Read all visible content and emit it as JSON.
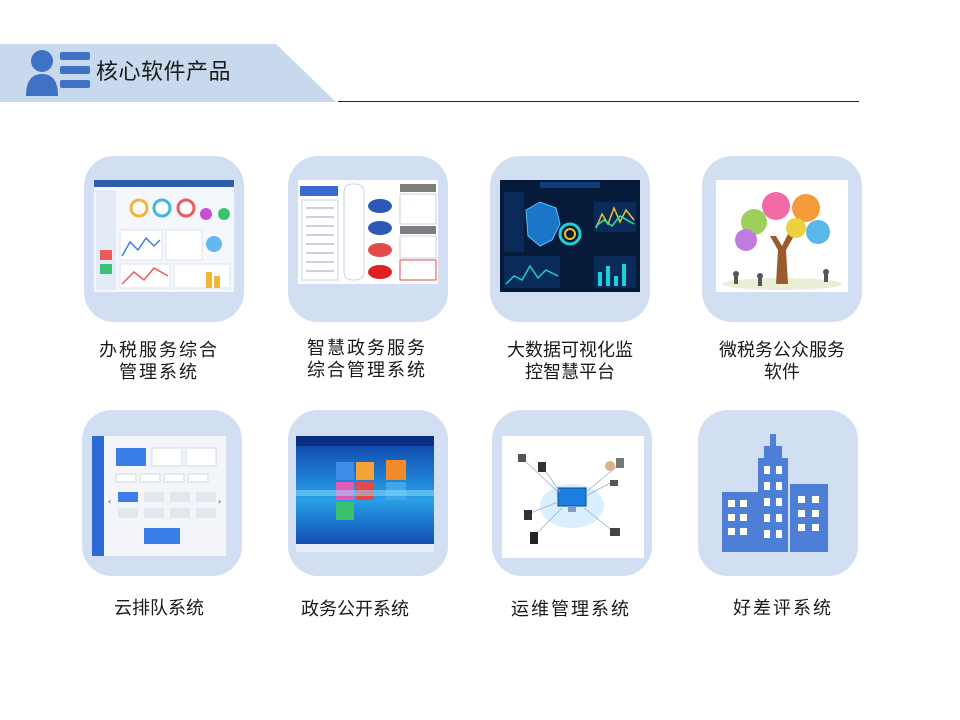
{
  "header": {
    "title": "核心软件产品",
    "icon": "user-list-icon",
    "accent_color": "#c8d9ee",
    "icon_color": "#3f72c4"
  },
  "products": [
    {
      "name": "办税服务综合\n管理系统",
      "thumbnail": "dashboard-screenshot"
    },
    {
      "name": "智慧政务服务\n综合管理系统",
      "thumbnail": "flow-diagram-screenshot"
    },
    {
      "name": "大数据可视化监\n控智慧平台",
      "thumbnail": "bigdata-screen-screenshot"
    },
    {
      "name": "微税务公众服务\n软件",
      "thumbnail": "tree-illustration"
    },
    {
      "name": "云排队系统",
      "thumbnail": "queue-ui-screenshot"
    },
    {
      "name": "政务公开系统",
      "thumbnail": "gov-portal-screenshot"
    },
    {
      "name": "运维管理系统",
      "thumbnail": "network-topology-diagram"
    },
    {
      "name": "好差评系统",
      "thumbnail": "building-icon"
    }
  ],
  "colors": {
    "tile_background": "#d2def2",
    "building_blue": "#4d7fd6"
  }
}
